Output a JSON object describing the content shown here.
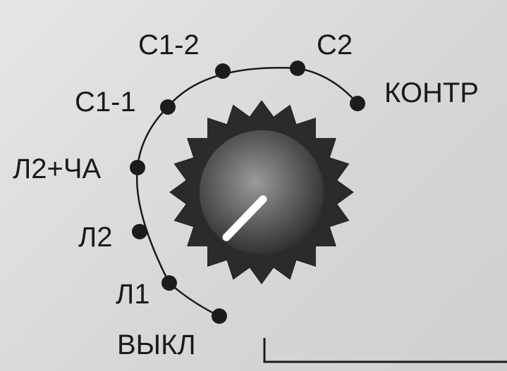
{
  "panel": {
    "background": "#dcdcdc"
  },
  "selector": {
    "positions": [
      {
        "id": "vykl",
        "label": "ВЫКЛ"
      },
      {
        "id": "l1",
        "label": "Л1"
      },
      {
        "id": "l2",
        "label": "Л2"
      },
      {
        "id": "l2cha",
        "label": "Л2+ЧА"
      },
      {
        "id": "c1-1",
        "label": "С1-1"
      },
      {
        "id": "c1-2",
        "label": "С1-2"
      },
      {
        "id": "c2",
        "label": "С2"
      },
      {
        "id": "kontr",
        "label": "КОНТР"
      }
    ],
    "knob": {
      "color": "#2b2b2b",
      "indicator_color": "#ffffff"
    }
  }
}
